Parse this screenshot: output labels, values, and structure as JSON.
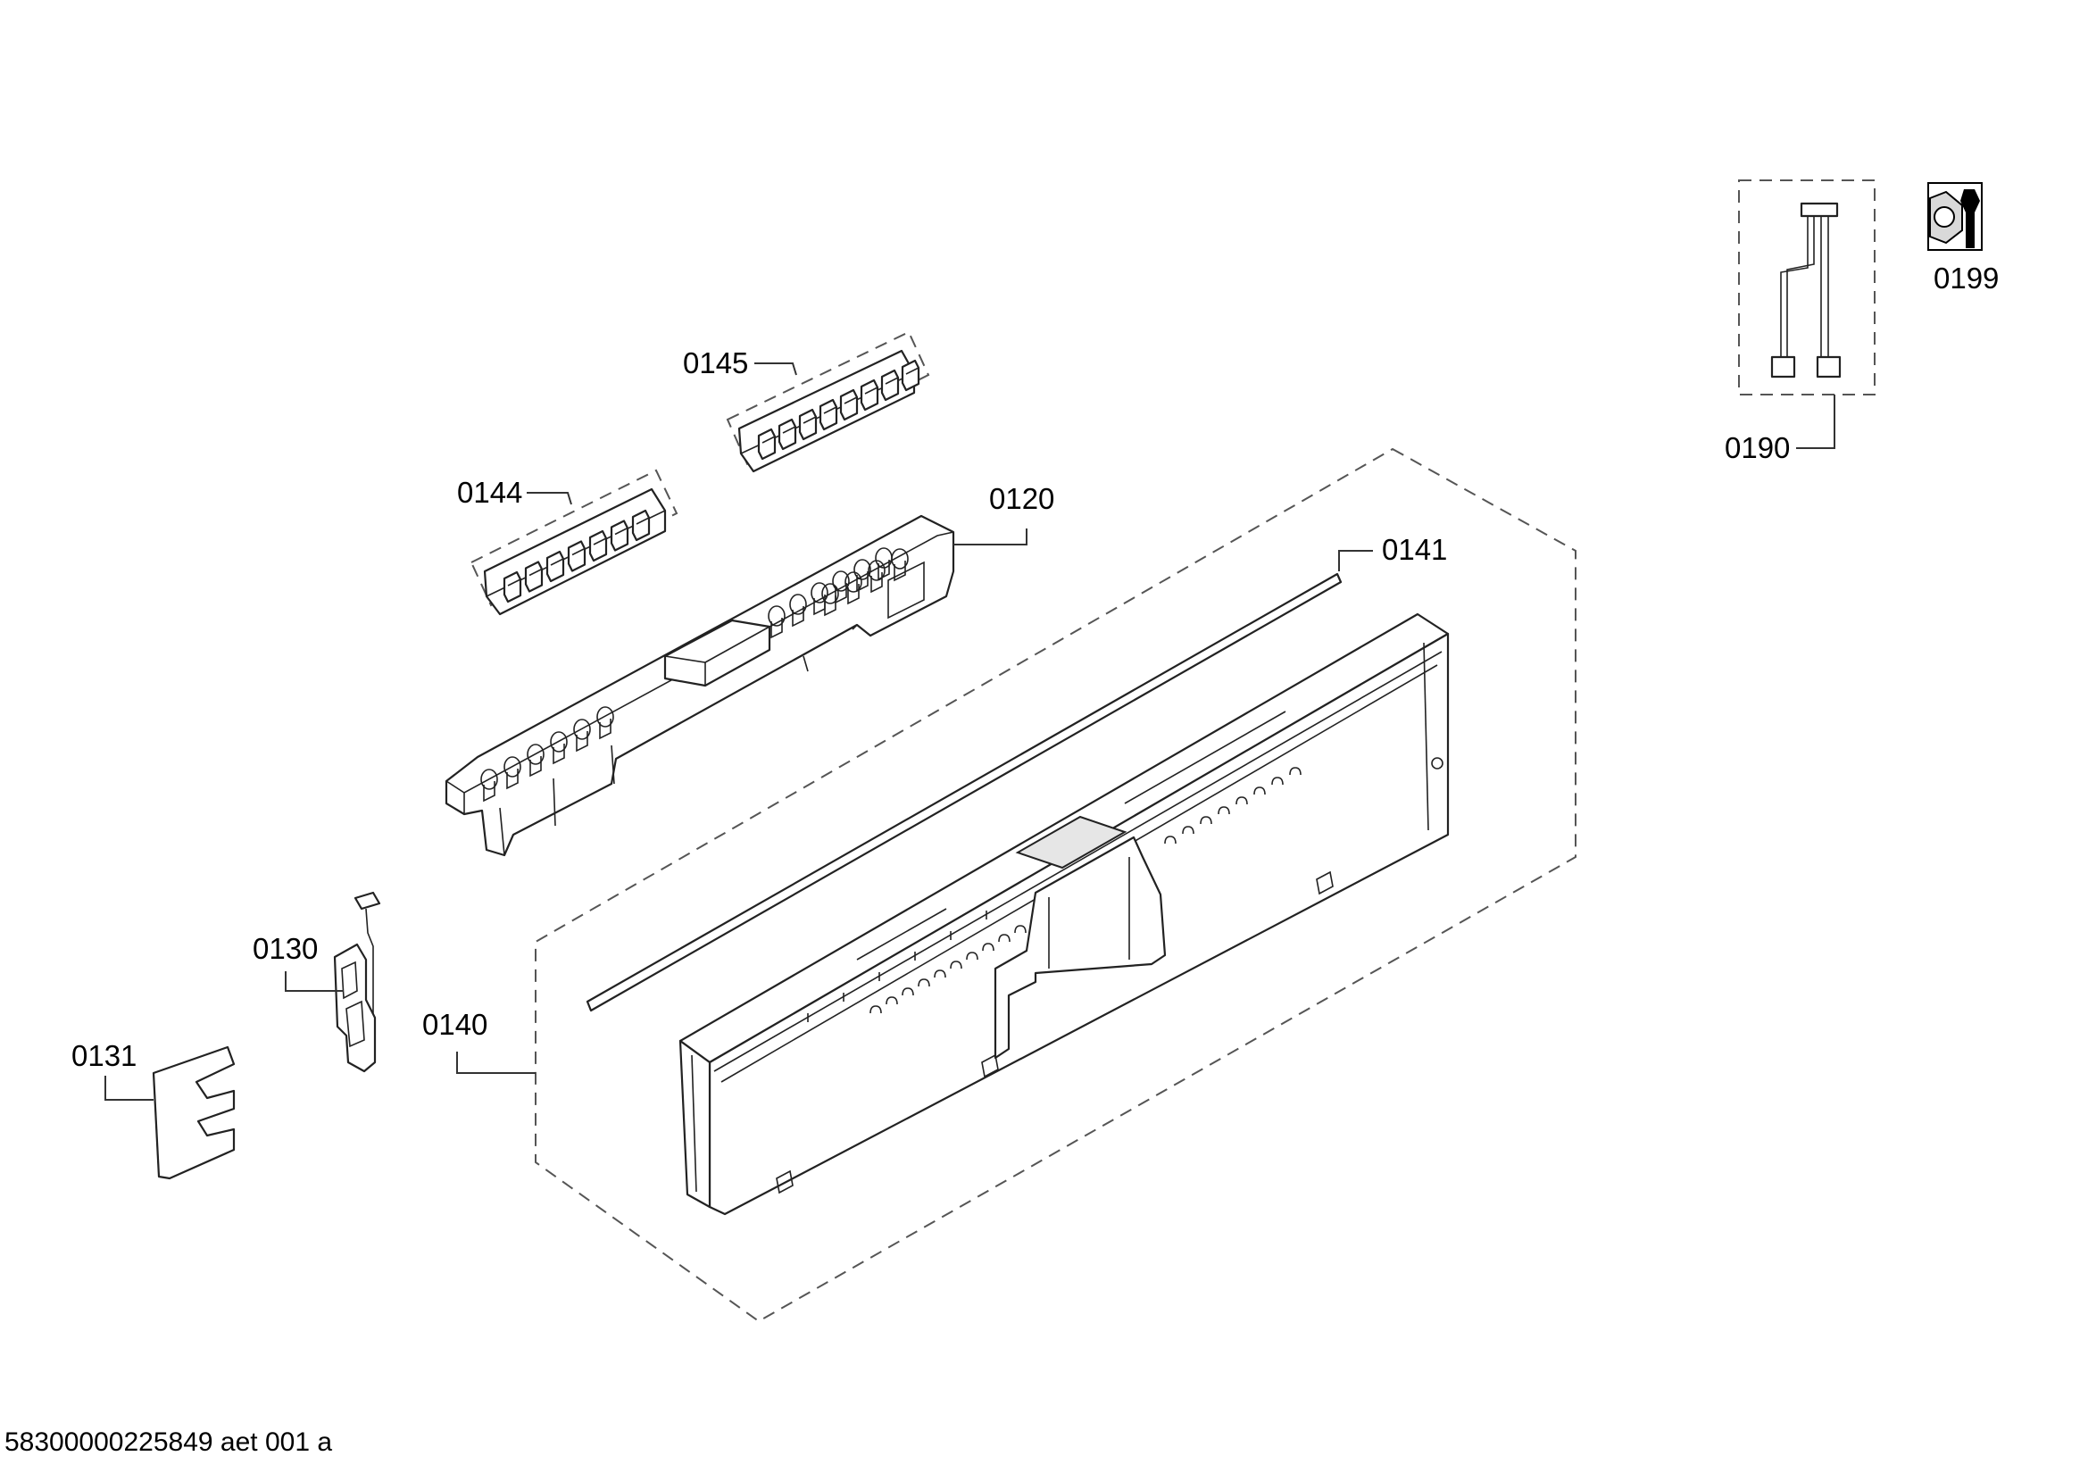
{
  "labels": {
    "p0120": "0120",
    "p0130": "0130",
    "p0131": "0131",
    "p0140": "0140",
    "p0141": "0141",
    "p0144": "0144",
    "p0145": "0145",
    "p0190": "0190",
    "p0199": "0199"
  },
  "footer": "58300000225849 aet 001 a",
  "icons": {
    "service": "nut-wrench-icon",
    "harness": "wiring-harness-icon"
  }
}
